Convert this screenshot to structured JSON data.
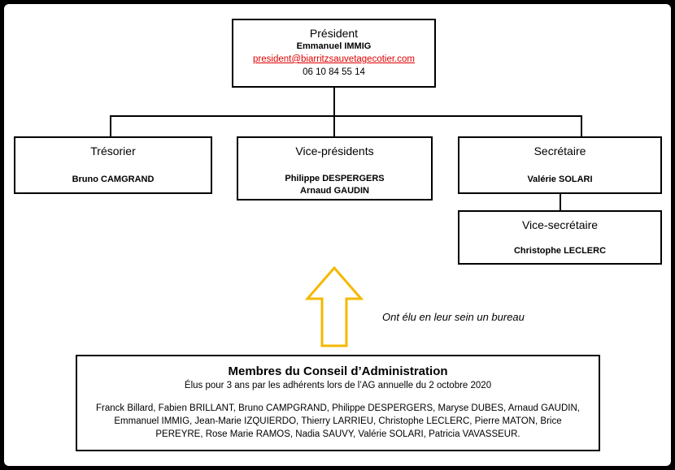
{
  "president": {
    "title": "Président",
    "name": "Emmanuel IMMIG",
    "email": "president@biarritzsauvetagecotier.com",
    "phone": "06 10 84 55 14"
  },
  "tresorier": {
    "title": "Trésorier",
    "name": "Bruno CAMGRAND"
  },
  "vice_presidents": {
    "title": "Vice-présidents",
    "names": [
      "Philippe DESPERGERS",
      "Arnaud GAUDIN"
    ]
  },
  "secretaire": {
    "title": "Secrétaire",
    "name": "Valérie SOLARI"
  },
  "vice_secretaire": {
    "title": "Vice-secrétaire",
    "name": "Christophe LECLERC"
  },
  "annotation": "Ont élu en leur sein un bureau",
  "arrow": {
    "color": "#f5b800"
  },
  "conseil": {
    "title": "Membres du Conseil d’Administration",
    "subtitle": "Élus pour 3 ans par les adhérents lors de l’AG annuelle du 2 octobre 2020",
    "members": "Franck Billard, Fabien BRILLANT, Bruno CAMPGRAND, Philippe DESPERGERS, Maryse DUBES, Arnaud GAUDIN, Emmanuel IMMIG, Jean-Marie IZQUIERDO, Thierry LARRIEU, Christophe LECLERC, Pierre MATON, Brice PEREYRE, Rose Marie RAMOS, Nadia SAUVY, Valérie SOLARI, Patricia VAVASSEUR."
  }
}
